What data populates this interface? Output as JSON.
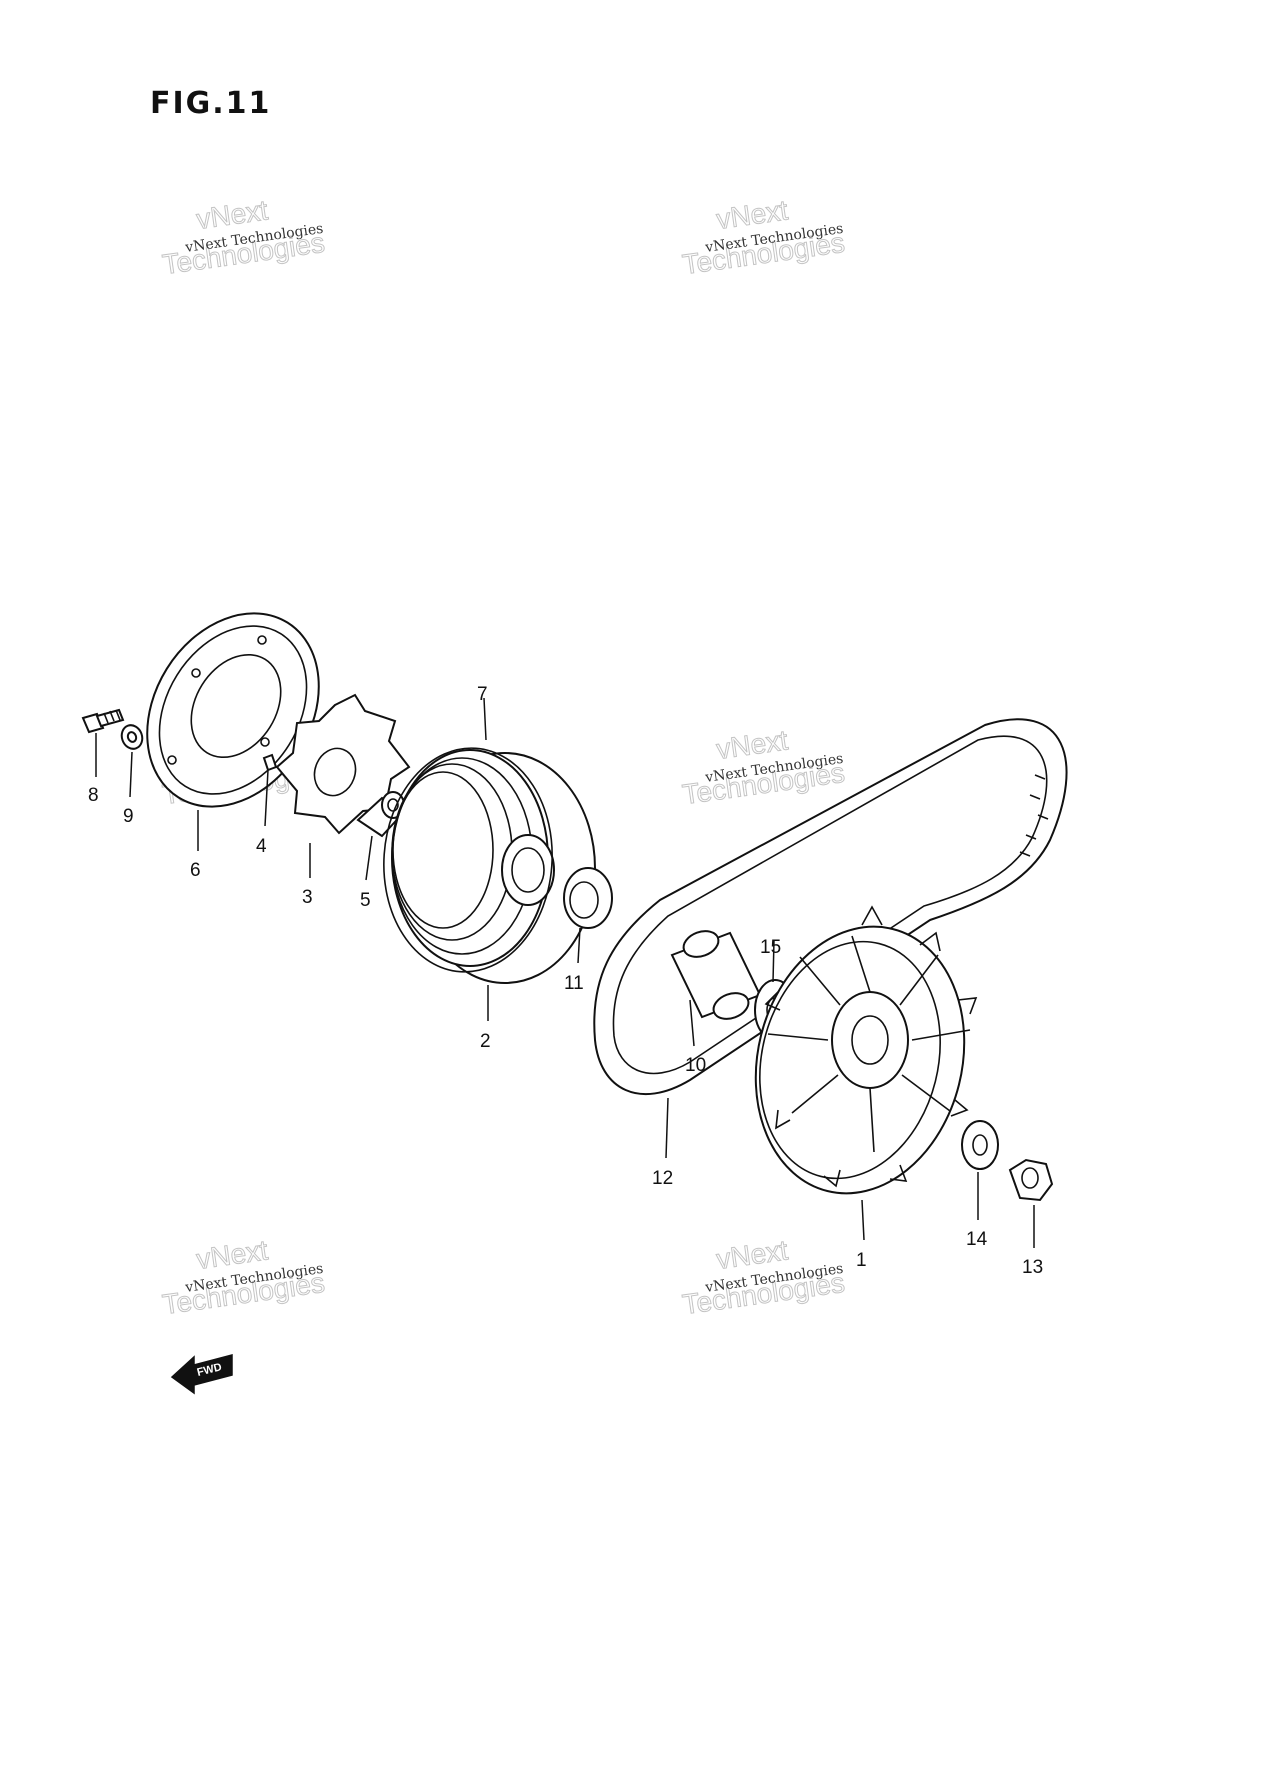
{
  "figure": {
    "title": "FIG.11"
  },
  "watermark": {
    "line1": "vNext",
    "line2": "Technologies",
    "caption": "vNext Technologies"
  },
  "direction_marker": {
    "label": "FWD"
  },
  "callouts": {
    "p1": "1",
    "p2": "2",
    "p3": "3",
    "p4": "4",
    "p5": "5",
    "p6": "6",
    "p7": "7",
    "p8": "8",
    "p9": "9",
    "p10": "10",
    "p11": "11",
    "p12": "12",
    "p13": "13",
    "p14": "14",
    "p15": "15"
  }
}
